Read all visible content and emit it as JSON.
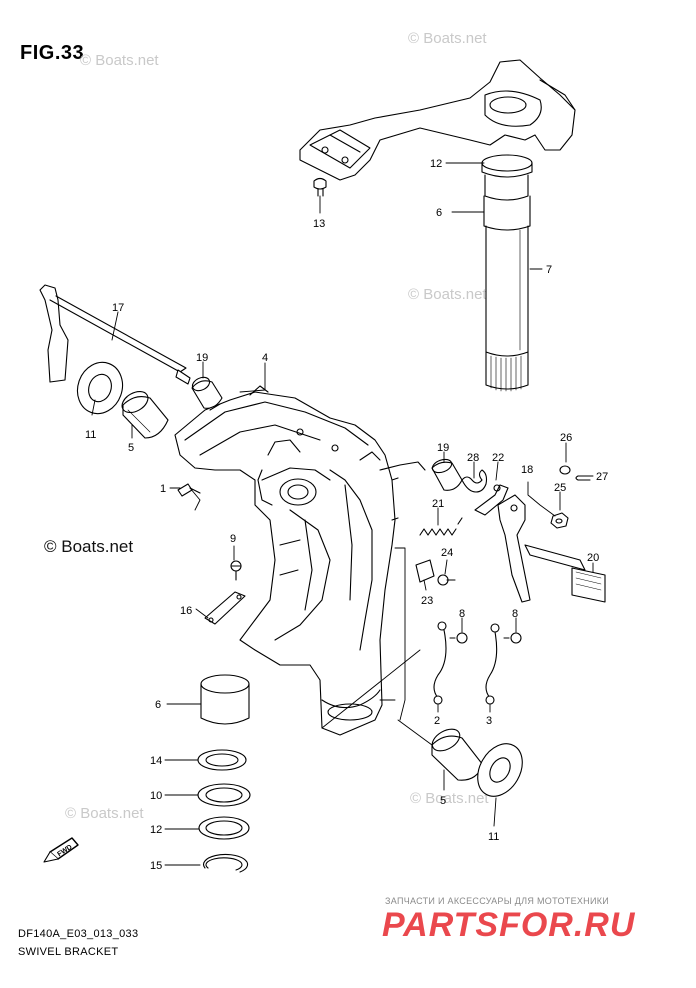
{
  "figure": {
    "title": "FIG.33",
    "code": "DF140A_E03_013_033",
    "name": "SWIVEL BRACKET"
  },
  "watermarks": [
    "© Boats.net",
    "© Boats.net",
    "© Boats.net",
    "© Boats.net",
    "© Boats.net"
  ],
  "watermark_large": "© Boats.net",
  "shop": {
    "tagline": "ЗАПЧАСТИ И АКСЕССУАРЫ ДЛЯ МОТОТЕХНИКИ",
    "logo": "PARTSFOR.RU"
  },
  "fwd_label": "FWD",
  "callouts": {
    "c12a": "12",
    "c13": "13",
    "c6a": "6",
    "c7": "7",
    "c17": "17",
    "c19a": "19",
    "c4": "4",
    "c11a": "11",
    "c5a": "5",
    "c1": "1",
    "c19b": "19",
    "c28": "28",
    "c22": "22",
    "c26": "26",
    "c27": "27",
    "c18": "18",
    "c25": "25",
    "c21": "21",
    "c24": "24",
    "c20": "20",
    "c23": "23",
    "c9": "9",
    "c16": "16",
    "c8a": "8",
    "c8b": "8",
    "c2": "2",
    "c3": "3",
    "c6b": "6",
    "c14": "14",
    "c10": "10",
    "c12b": "12",
    "c15": "15",
    "c5b": "5",
    "c11b": "11"
  },
  "colors": {
    "line": "#000000",
    "watermark": "#c9c9c9",
    "logo": "#e8353a"
  }
}
